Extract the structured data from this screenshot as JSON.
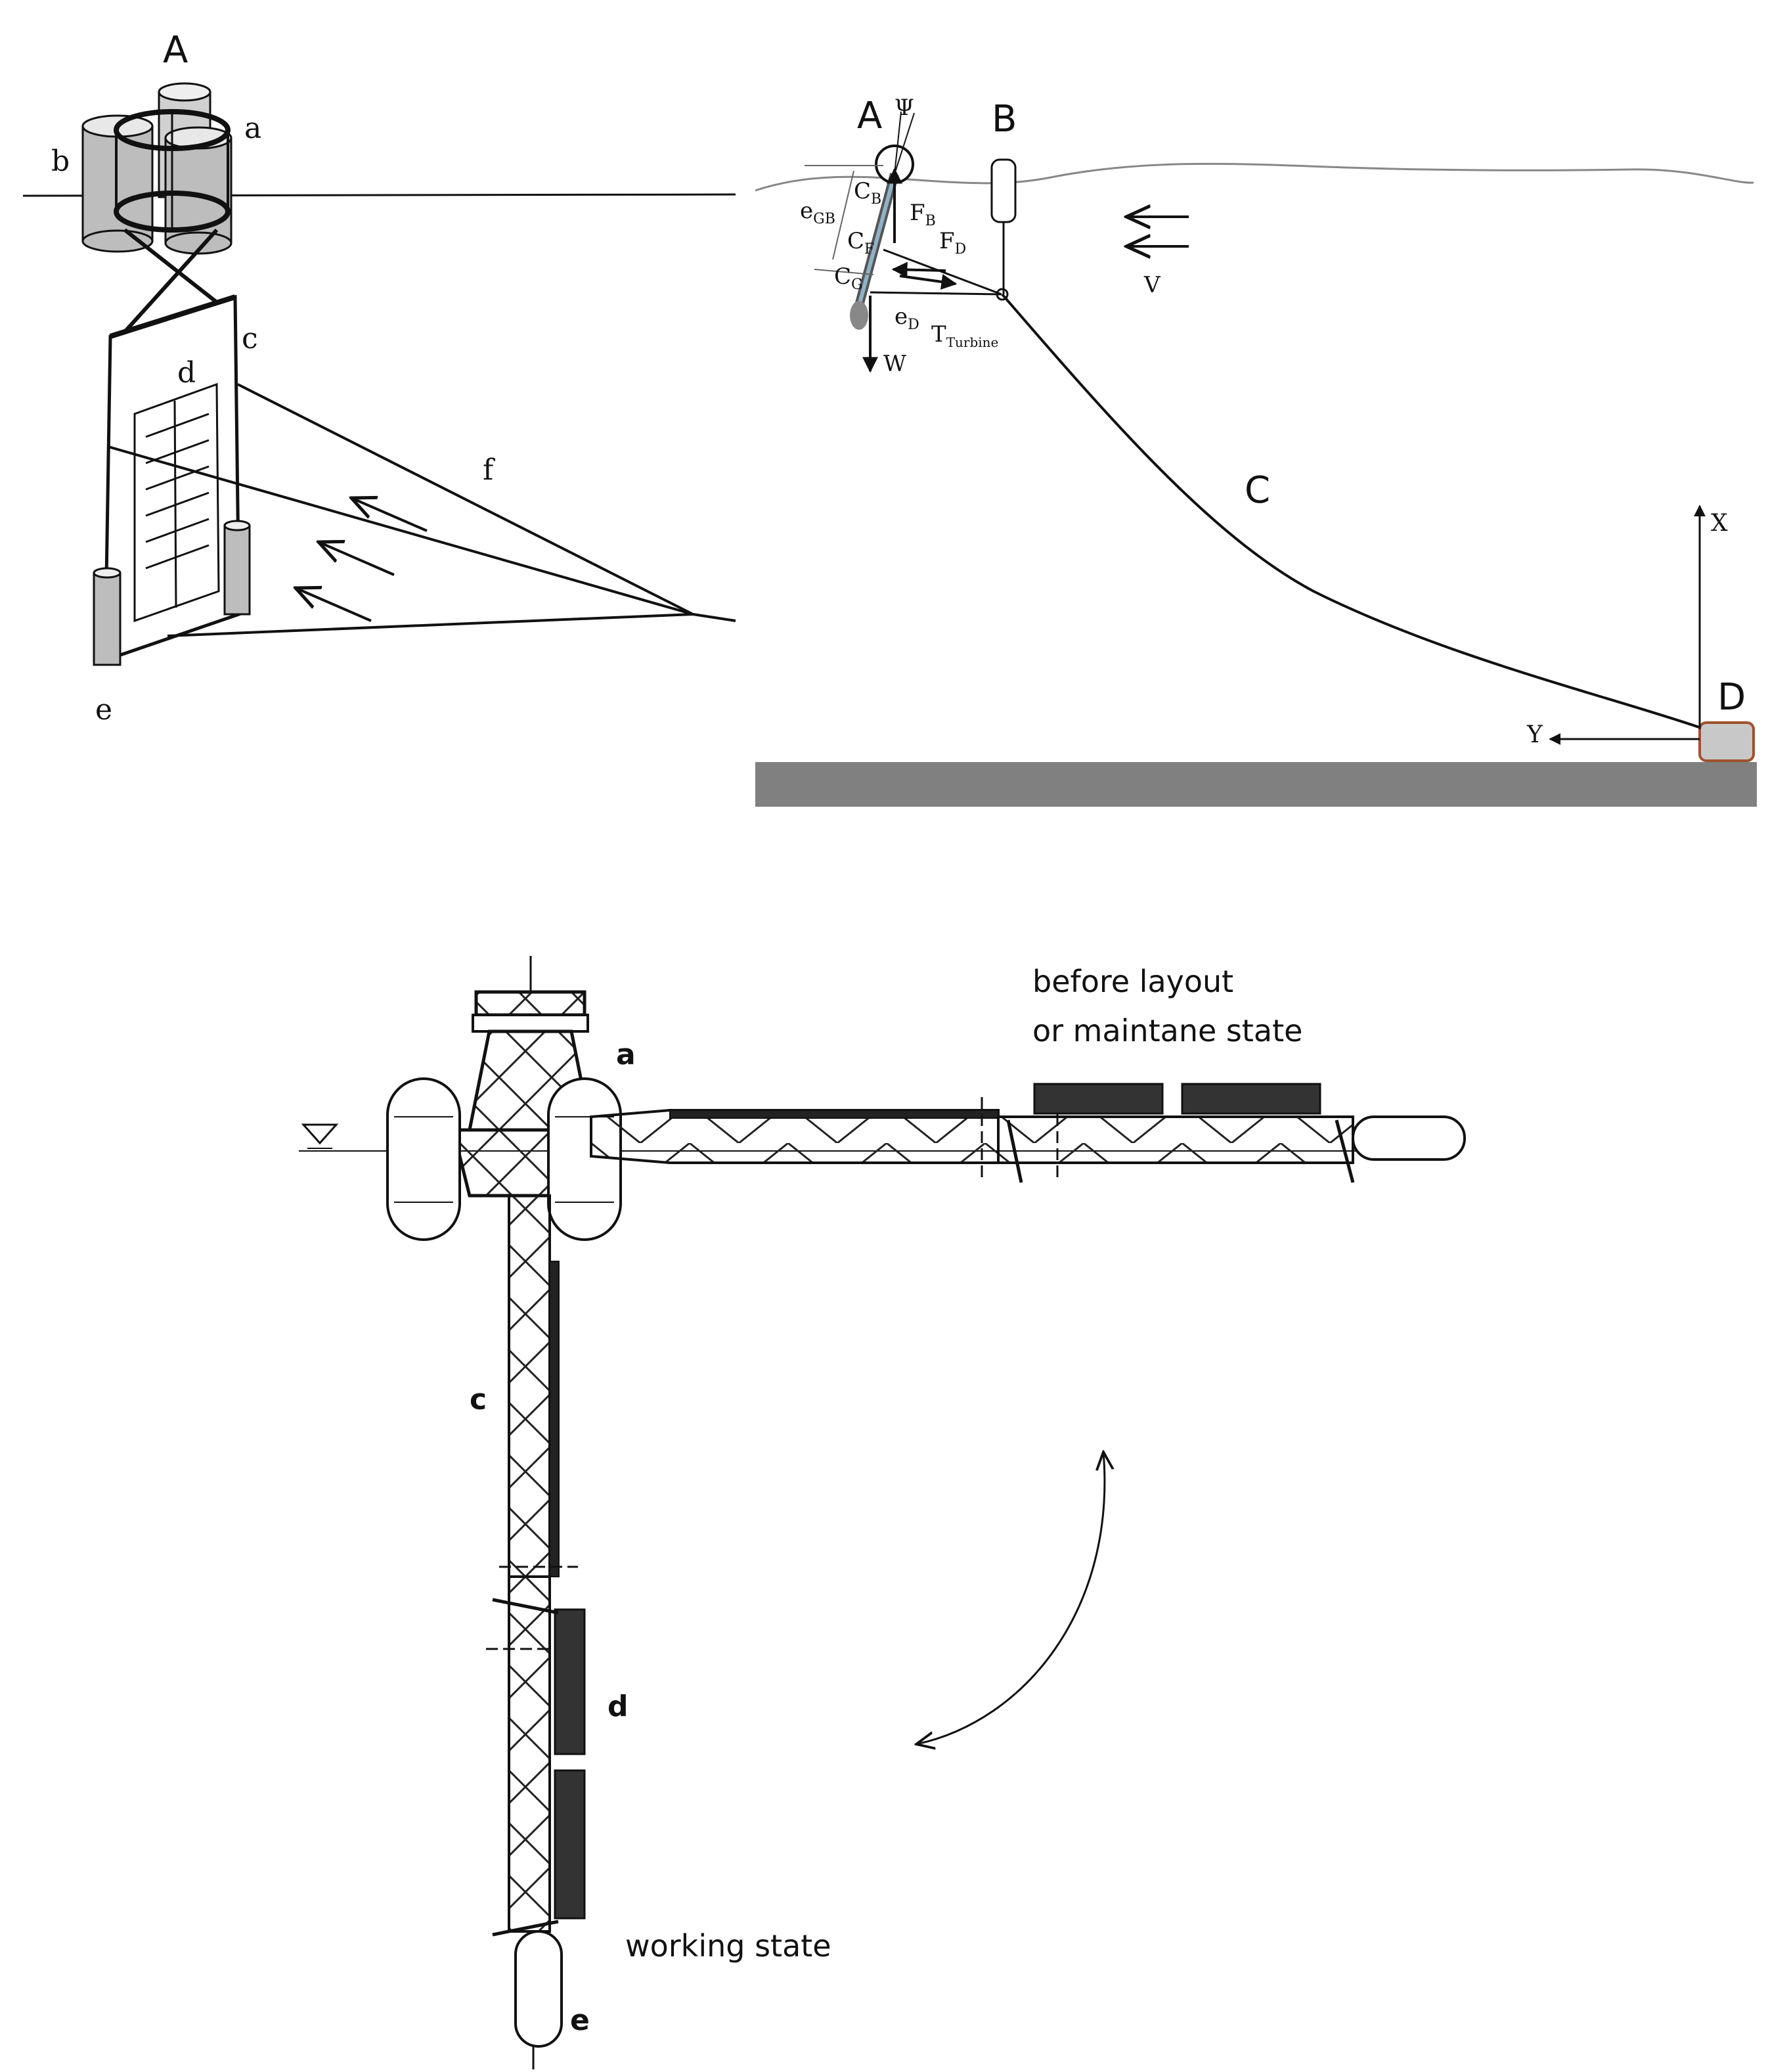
{
  "panel_a": {
    "labels": {
      "A": "A",
      "a": "a",
      "b": "b",
      "c": "c",
      "d": "d",
      "e": "e",
      "f": "f"
    }
  },
  "panel_b": {
    "labels": {
      "A": "A",
      "B": "B",
      "C": "C",
      "D": "D",
      "psi": "Ψ",
      "CB": "C",
      "CB_sub": "B",
      "CF": "C",
      "CF_sub": "F",
      "CG": "C",
      "CG_sub": "G",
      "eGB": "e",
      "eGB_sub": "GB",
      "eD": "e",
      "eD_sub": "D",
      "FB": "F",
      "FB_sub": "B",
      "FD": "F",
      "FD_sub": "D",
      "T": "T",
      "T_sub": "Turbine",
      "W": "W",
      "V": "V",
      "X": "X",
      "Y": "Y"
    }
  },
  "panel_c": {
    "labels": {
      "a": "a",
      "c": "c",
      "d": "d",
      "e": "e"
    },
    "before_line1": "before layout",
    "before_line2": "or maintane state",
    "working": "working state"
  },
  "colors": {
    "line": "#111111",
    "fill_gray": "#c8c8c8",
    "seabed": "#808080",
    "anchor_fill": "#c8c8c8",
    "anchor_stroke": "#a0522d"
  }
}
